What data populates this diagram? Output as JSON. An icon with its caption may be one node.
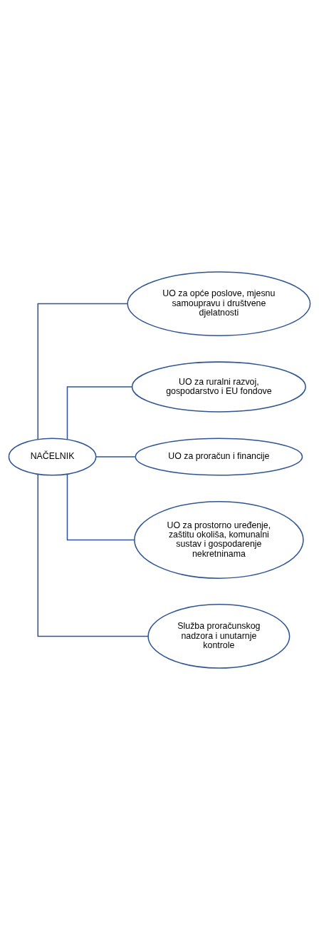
{
  "diagram": {
    "nodes": [
      {
        "text": [
          "NAČELNIK"
        ]
      },
      {
        "text": [
          "UO za opće poslove, mjesnu samoupravu i društvene djelatnosti"
        ]
      },
      {
        "text": [
          "UO za ruralni razvoj, gospodarstvo i EU fondove"
        ]
      },
      {
        "text": [
          "UO za proračun i financije"
        ]
      },
      {
        "text": [
          "UO za prostorno uređenje, zaštitu okoliša, komunalni sustav i gospodarenje nekretninama"
        ]
      },
      {
        "text": [
          "Služba proračunskog nadzora i unutarnje kontrole"
        ]
      }
    ],
    "edges": [
      {
        "from": 0,
        "to": 1,
        "arrow": "none"
      },
      {
        "from": 0,
        "to": 2,
        "arrow": "none"
      },
      {
        "from": 0,
        "to": 3,
        "arrow": "none"
      },
      {
        "from": 0,
        "to": 4,
        "arrow": "none"
      },
      {
        "from": 0,
        "to": 5,
        "arrow": "none"
      }
    ]
  }
}
